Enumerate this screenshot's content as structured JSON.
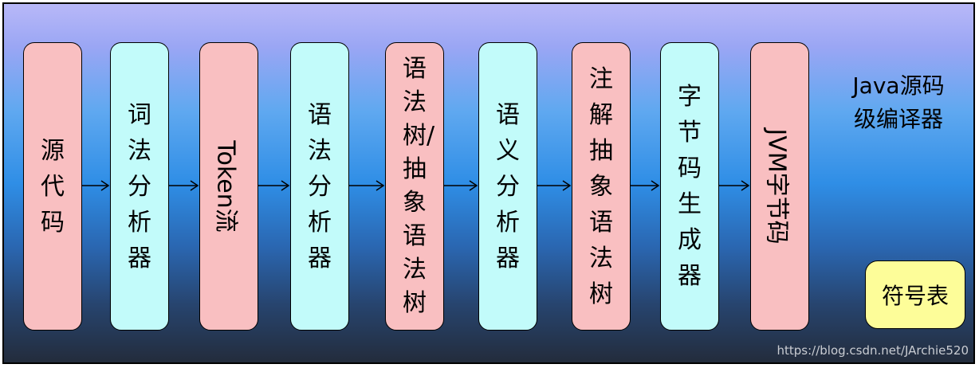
{
  "stages": [
    {
      "label": "源代码",
      "style": "pink",
      "orientation": "vertical"
    },
    {
      "label": "词法分析器",
      "style": "cyan",
      "orientation": "vertical"
    },
    {
      "label": "Token流",
      "style": "pink",
      "orientation": "rotated"
    },
    {
      "label": "语法分析器",
      "style": "cyan",
      "orientation": "vertical"
    },
    {
      "label": "语法树/抽象语法树",
      "style": "pink",
      "orientation": "vertical"
    },
    {
      "label": "语义分析器",
      "style": "cyan",
      "orientation": "vertical"
    },
    {
      "label": "注解抽象语法树",
      "style": "pink",
      "orientation": "vertical"
    },
    {
      "label": "字节码生成器",
      "style": "cyan",
      "orientation": "vertical"
    },
    {
      "label": "JVM字节码",
      "style": "pink",
      "orientation": "rotated"
    }
  ],
  "title": "Java源码级编译器",
  "symbol_table": "符号表",
  "watermark": "https://blog.csdn.net/JArchie520",
  "colors": {
    "pink": "#f9bfc1",
    "cyan": "#c2fbfa",
    "yellow": "#fdfd99",
    "bg_top": "#b8b8f8",
    "bg_mid": "#2f8ee6",
    "bg_bottom": "#232c3c"
  }
}
